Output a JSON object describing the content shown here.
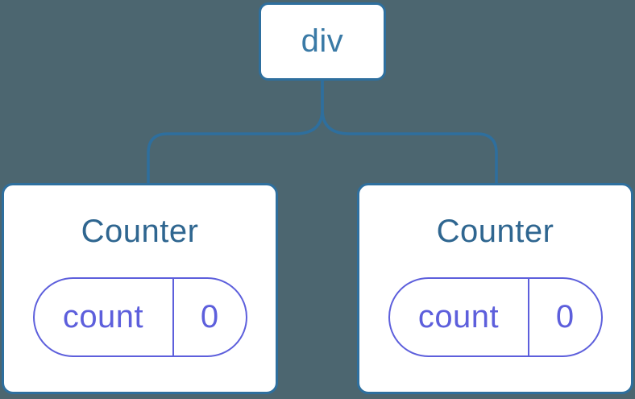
{
  "tree": {
    "root": {
      "label": "div"
    },
    "children": [
      {
        "title": "Counter",
        "state_key": "count",
        "state_value": "0"
      },
      {
        "title": "Counter",
        "state_key": "count",
        "state_value": "0"
      }
    ]
  },
  "colors": {
    "background": "#4C6670",
    "node_border_blue": "#2E6F9E",
    "root_label_blue": "#3A7AA6",
    "component_name_blue": "#2F6690",
    "state_purple": "#5D5FDC",
    "card_background": "#FFFFFF"
  }
}
